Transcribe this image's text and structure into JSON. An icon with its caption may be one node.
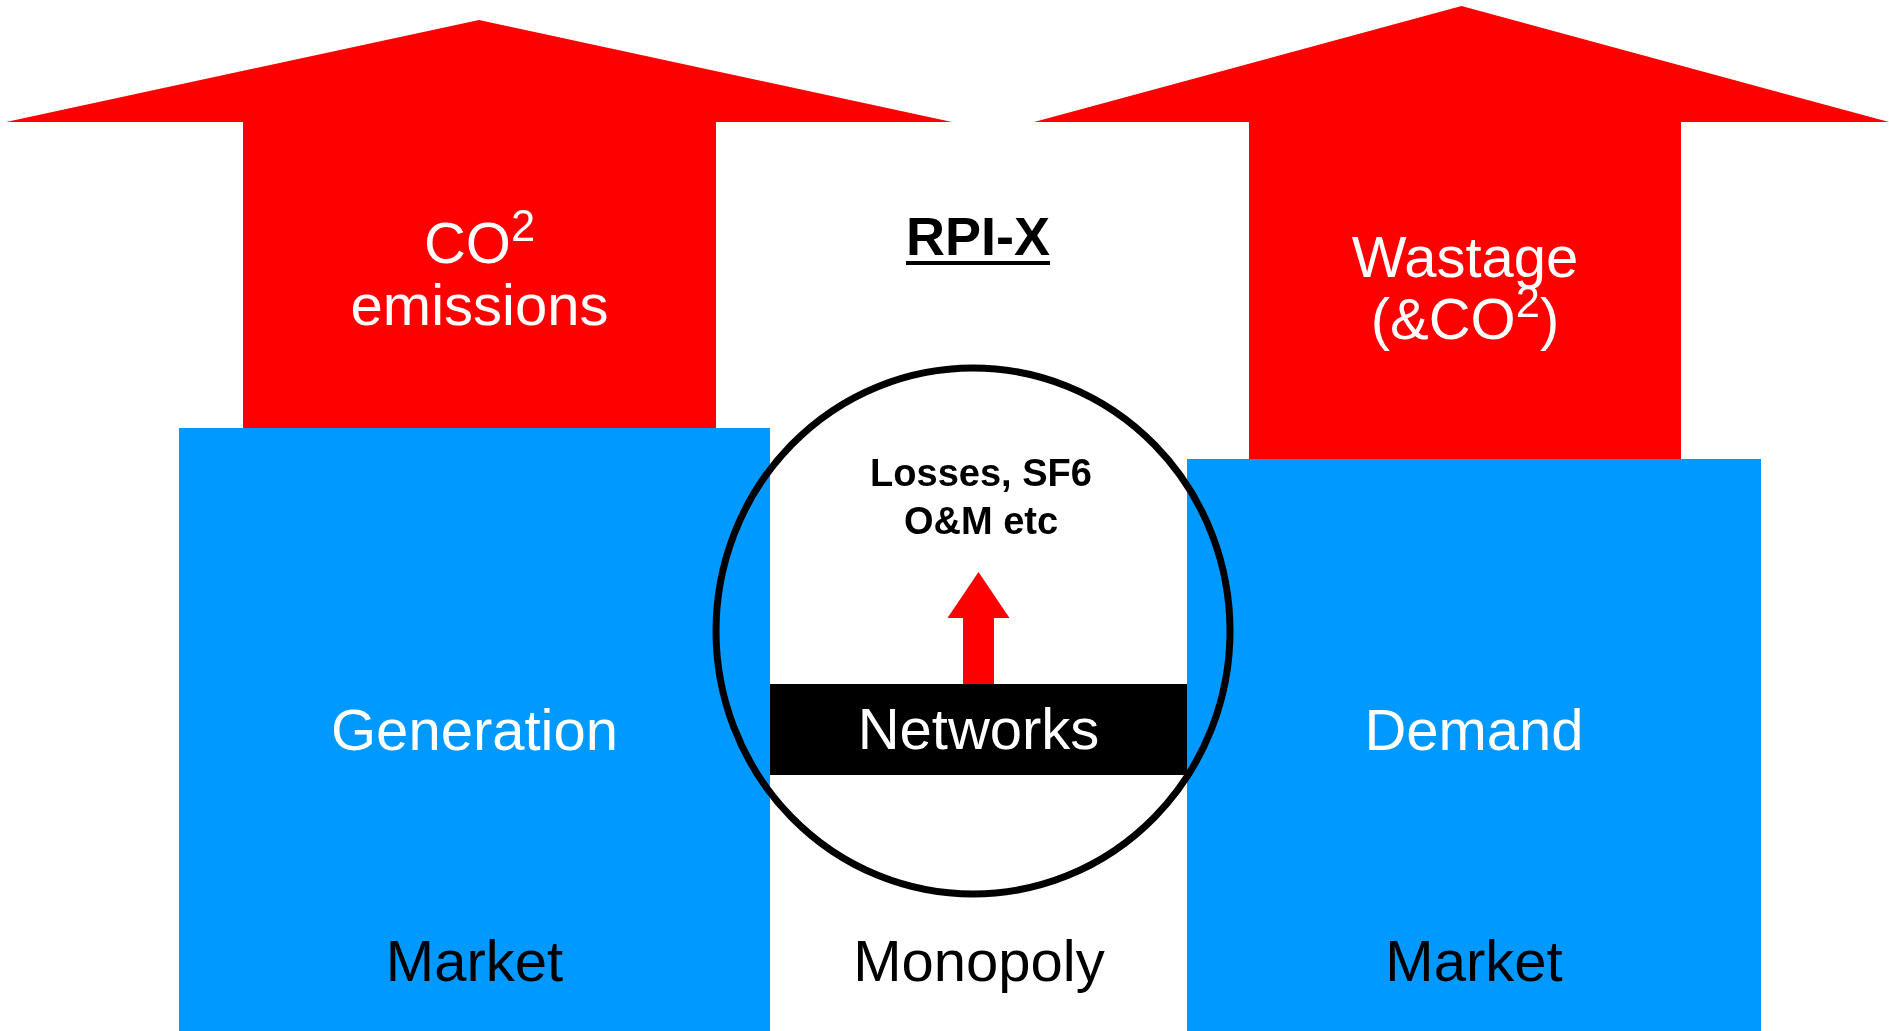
{
  "diagram": {
    "nodes": [
      {
        "text": [
          "CO$^{2}$ emissions"
        ]
      },
      {
        "text": [
          "Wastage (&CO$^{2}$)"
        ]
      },
      {
        "text": [
          "Generation",
          "Market"
        ]
      },
      {
        "text": [],
        "shape": "circle"
      },
      {
        "text": [
          "Losses, SF6 O&M etc"
        ],
        "in": 3
      },
      {
        "text": [
          "Networks"
        ],
        "in": 3
      },
      {
        "text": [
          "Demand",
          "Market"
        ]
      }
    ],
    "edges": [
      {
        "from": 5,
        "to": 4,
        "arrow": "to",
        "color": "#ff0000"
      }
    ],
    "labels": [
      "RPI-X",
      "Monopoly"
    ]
  }
}
